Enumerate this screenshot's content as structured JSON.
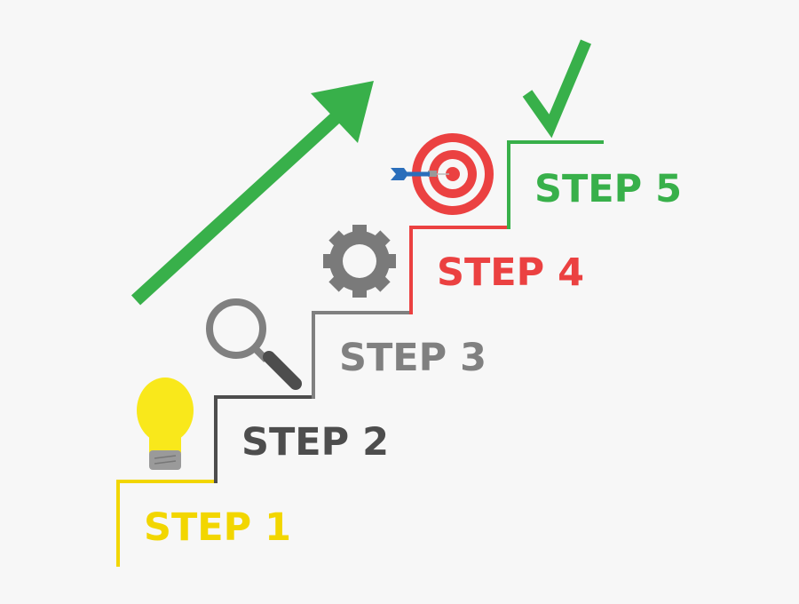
{
  "diagram": {
    "type": "staircase-process",
    "steps": [
      {
        "label": "STEP 1",
        "icon": "lightbulb-icon",
        "color": "#f2d600"
      },
      {
        "label": "STEP 2",
        "icon": "magnifier-icon",
        "color": "#4d4d4d"
      },
      {
        "label": "STEP 3",
        "icon": "gear-icon",
        "color": "#808080"
      },
      {
        "label": "STEP 4",
        "icon": "target-dart-icon",
        "color": "#eb4141"
      },
      {
        "label": "STEP 5",
        "icon": "checkmark-icon",
        "color": "#38b04a"
      }
    ],
    "arrow": {
      "icon": "up-right-arrow-icon",
      "color": "#38b04a"
    }
  }
}
